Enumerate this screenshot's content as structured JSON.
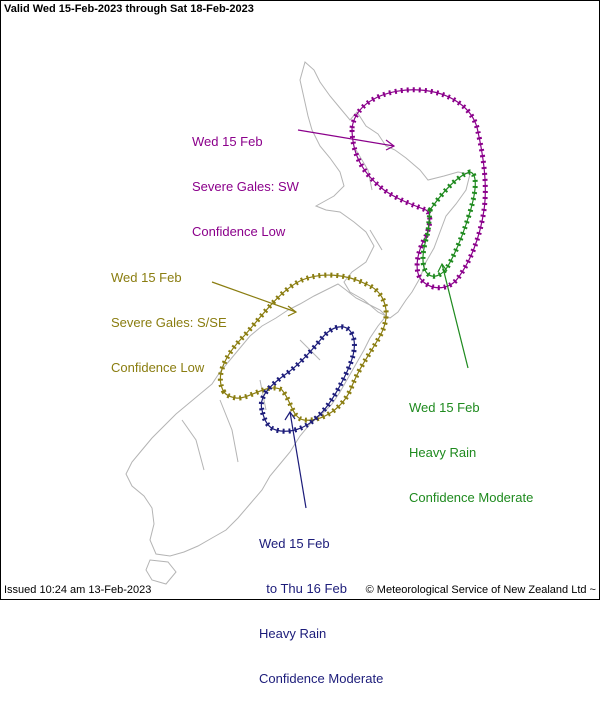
{
  "header": {
    "valid_text": "Valid Wed 15-Feb-2023 through Sat 18-Feb-2023"
  },
  "footer": {
    "issued_text": "Issued 10:24 am 13-Feb-2023",
    "copyright_text": "© Meteorological Service of New Zealand Ltd ~"
  },
  "warnings": [
    {
      "id": "gales_sw",
      "color": "#8b008b",
      "lines": [
        "Wed 15 Feb",
        "Severe Gales: SW",
        "Confidence Low"
      ]
    },
    {
      "id": "rain_east",
      "color": "#1e8a1e",
      "lines": [
        "Wed 15 Feb",
        "Heavy Rain",
        "Confidence Moderate"
      ]
    },
    {
      "id": "gales_sse",
      "color": "#8a7d10",
      "lines": [
        "Wed 15 Feb",
        "Severe Gales: S/SE",
        "Confidence Low"
      ]
    },
    {
      "id": "rain_south",
      "color": "#1c1c7a",
      "lines": [
        "Wed 15 Feb",
        "  to Thu 16 Feb",
        "Heavy Rain",
        "Confidence Moderate"
      ]
    }
  ],
  "colors": {
    "land_outline": "#b4b4b4",
    "frame": "#000000"
  }
}
